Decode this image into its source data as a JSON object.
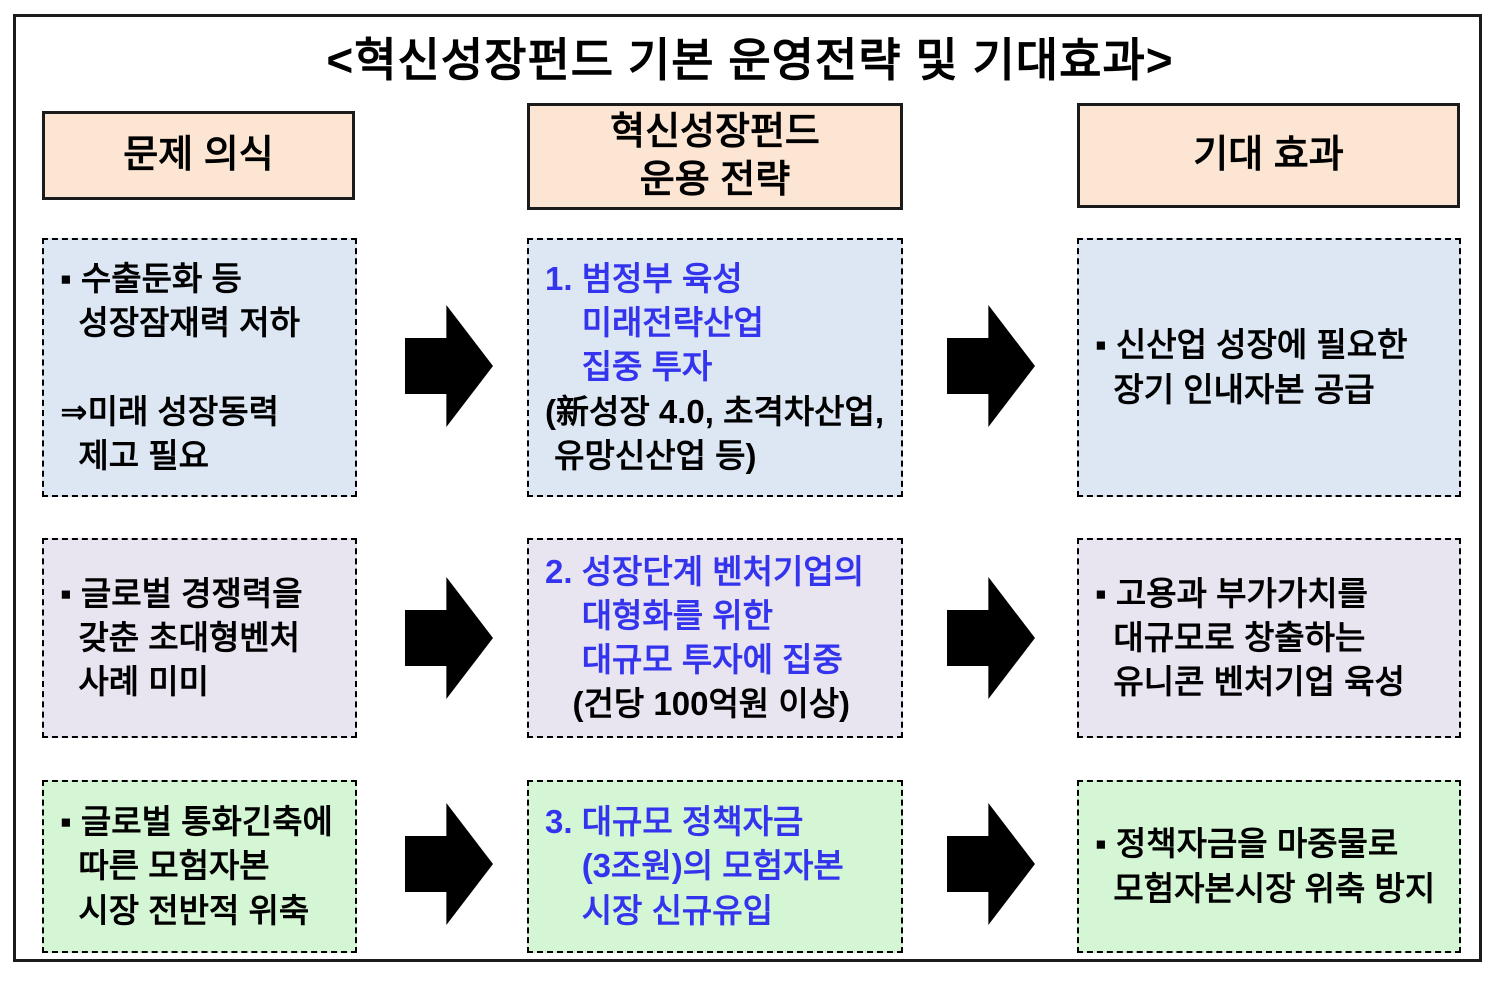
{
  "title": "<혁신성장펀드 기본 운영전략 및 기대효과>",
  "colors": {
    "header-bg": "#fce6d3",
    "row1-bg": "#dce7f3",
    "row2-bg": "#e8e4f0",
    "row3-bg": "#d5f6d4",
    "accent-blue": "#3434ee",
    "arrow-black": "#000000"
  },
  "headers": {
    "problem": "문제 의식",
    "strategy": "혁신성장펀드\n운용 전략",
    "effect": "기대 효과"
  },
  "rows": [
    {
      "problem": "▪ 수출둔화 등\n  성장잠재력 저하\n\n⇒미래 성장동력\n  제고 필요",
      "strategy_main": "1. 범정부 육성\n    미래전략산업\n    집중 투자",
      "strategy_note": "(新성장 4.0, 초격차산업,\n 유망신산업 등)",
      "effect": "▪ 신산업 성장에 필요한\n  장기 인내자본 공급"
    },
    {
      "problem": "▪ 글로벌 경쟁력을\n  갖춘 초대형벤처\n  사례 미미",
      "strategy_main": "2. 성장단계 벤처기업의\n    대형화를 위한\n    대규모 투자에 집중",
      "strategy_note": "   (건당 100억원 이상)",
      "effect": "▪ 고용과 부가가치를\n  대규모로 창출하는\n  유니콘 벤처기업 육성"
    },
    {
      "problem": "▪ 글로벌 통화긴축에\n  따른 모험자본\n  시장 전반적 위축",
      "strategy_main": "3. 대규모 정책자금\n    (3조원)의 모험자본\n    시장 신규유입",
      "strategy_note": "",
      "effect": "▪ 정책자금을 마중물로\n  모험자본시장 위축 방지"
    }
  ]
}
